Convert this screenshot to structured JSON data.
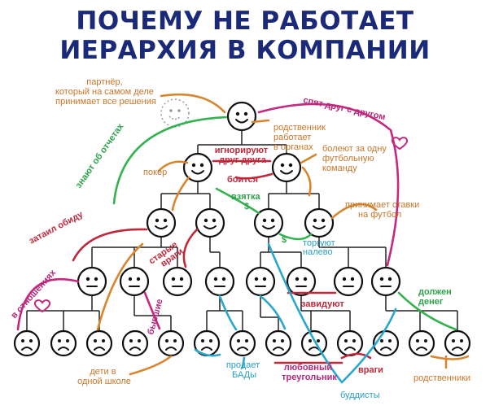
{
  "title": {
    "line1": "ПОЧЕМУ НЕ РАБОТАЕТ",
    "line2": "ИЕРАРХИЯ В КОМПАНИИ"
  },
  "labels": {
    "partner": [
      "партнёр,",
      "который на самом деле",
      "принимает все решения"
    ],
    "relative_in_organs": [
      "родственник",
      "работает",
      "в органах"
    ],
    "sleep_together": "спят друг с другом",
    "know_about_reports": "знают об отчетах",
    "ignore_each_other": [
      "игнорируют",
      "друг друга"
    ],
    "afraid": "боится",
    "poker": "покер",
    "football": [
      "болеют за одну",
      "футбольную",
      "команду"
    ],
    "bribe": "взятка",
    "bets": [
      "принимает ставки",
      "на футбол"
    ],
    "grudge": "затаил обиду",
    "old_enemies": [
      "старые",
      "враги"
    ],
    "trade_left": [
      "торгуют",
      "налево"
    ],
    "in_relationship": "в отношениях",
    "ex": "бывшие",
    "envy": "завидуют",
    "owes_money": [
      "должен",
      "денег"
    ],
    "same_school": [
      "дети в",
      "одной школе"
    ],
    "sells_supplements": [
      "продает",
      "БАДы"
    ],
    "love_triangle": [
      "любовный",
      "треугольник"
    ],
    "enemies": "враги",
    "relatives": "родственники",
    "buddhists": "буддисты"
  },
  "colors": {
    "title": "#1b2a78",
    "orange": "#d7862f",
    "red": "#c0283a",
    "green": "#33b24f",
    "blue": "#2aa6cf",
    "magenta": "#c4287f"
  },
  "icons": {
    "happy": "smile-face-icon",
    "neutral": "neutral-face-icon",
    "sad": "sad-face-icon",
    "ghost": "dashed-partner-face-icon",
    "heart": "heart-icon"
  }
}
